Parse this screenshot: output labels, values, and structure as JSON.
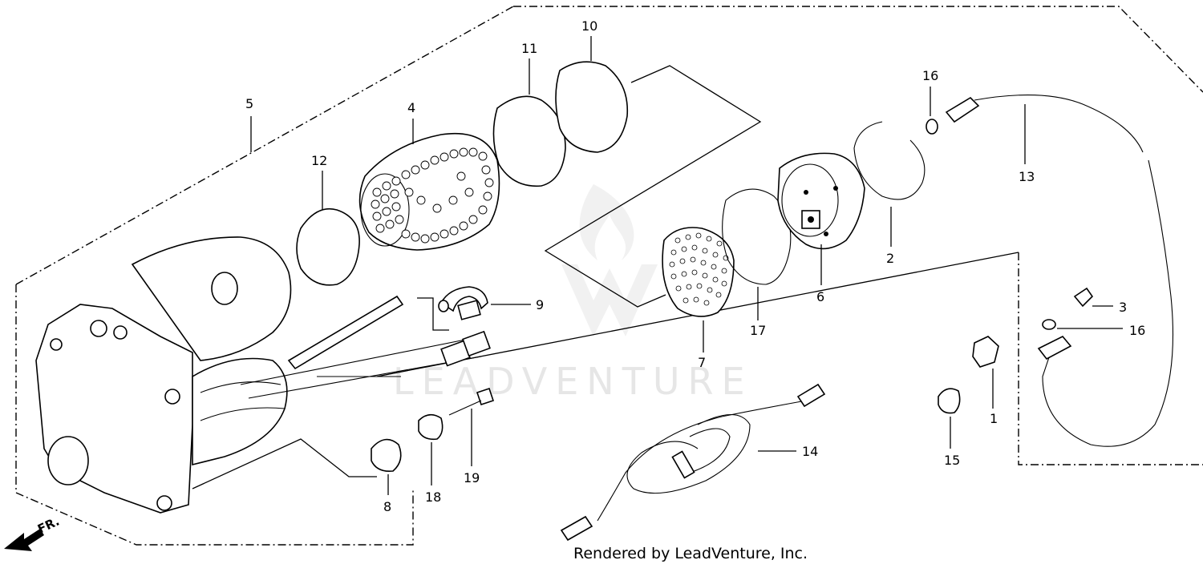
{
  "watermark": {
    "text": "LEADVENTURE"
  },
  "credit": "Rendered by LeadVenture, Inc.",
  "front_arrow": "FR.",
  "callouts": {
    "c1": "1",
    "c2": "2",
    "c3": "3",
    "c4": "4",
    "c5": "5",
    "c6": "6",
    "c7": "7",
    "c8": "8",
    "c9": "9",
    "c10": "10",
    "c11": "11",
    "c12": "12",
    "c13": "13",
    "c14": "14",
    "c15": "15",
    "c16a": "16",
    "c16b": "16",
    "c17": "17",
    "c18": "18",
    "c19": "19"
  }
}
